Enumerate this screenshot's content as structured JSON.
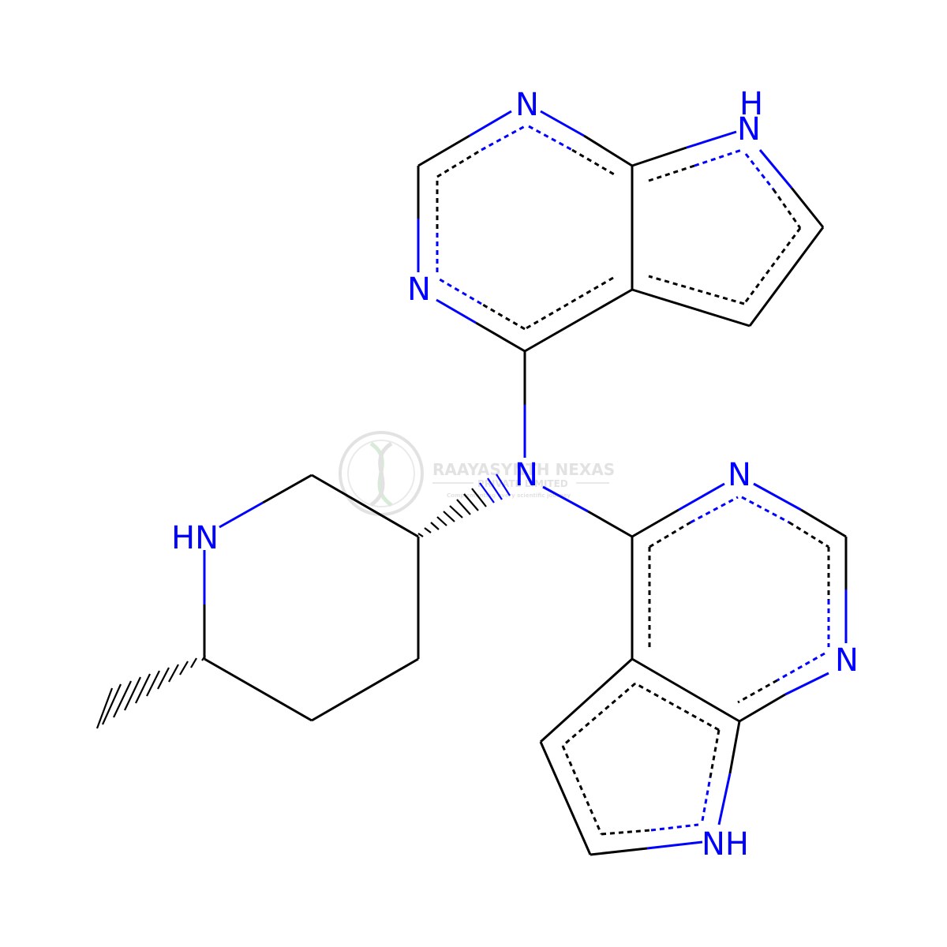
{
  "atom_labels": {
    "n_top": "N",
    "nh_top": "H",
    "n_top_nh": "N",
    "n_left": "N",
    "n_center": "N",
    "n_right_top": "N",
    "hn_piperidine": "HN",
    "n_right": "N",
    "nh_bottom": "NH"
  },
  "watermark": {
    "company": "RAAYASYNTH NEXAS",
    "subtitle": "PRIVATE LIMITED",
    "tagline": "Complementing every scientific journey"
  },
  "colors": {
    "carbon_bond": "#000000",
    "nitrogen": "#0000ff",
    "watermark": "#c9cbc9"
  }
}
